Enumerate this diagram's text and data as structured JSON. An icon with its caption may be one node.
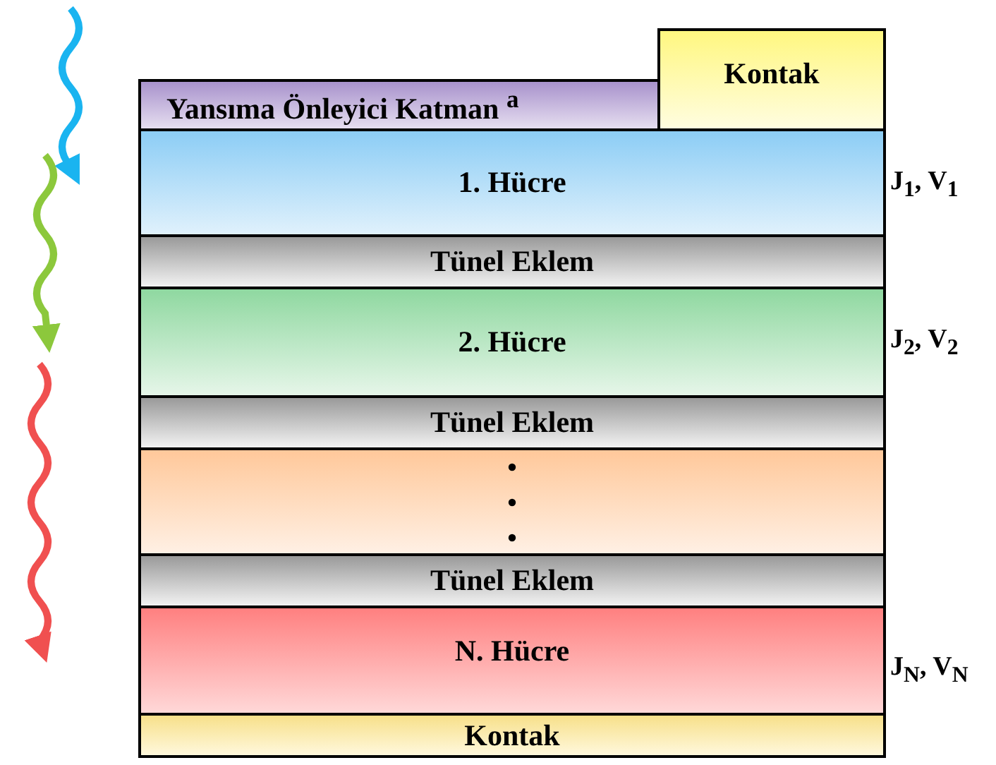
{
  "diagram": {
    "nodes": [
      {
        "text": [
          "Yansıma Önleyici Katman $^{a}$"
        ]
      },
      {
        "text": [
          "Kontak"
        ]
      },
      {
        "text": [
          "1. Hücre"
        ],
        "beside": [
          "J$_{1}$, V$_{1}$"
        ]
      },
      {
        "text": [
          "Tünel Eklem"
        ]
      },
      {
        "text": [
          "2. Hücre"
        ],
        "beside": [
          "J$_{2}$, V$_{2}$"
        ]
      },
      {
        "text": [
          "Tünel Eklem"
        ]
      },
      {
        "text": [],
        "shape": "box"
      },
      {
        "text": [
          "Tünel Eklem"
        ]
      },
      {
        "text": [
          "N. Hücre"
        ],
        "beside": [
          "J$_{N}$, V$_{N}$"
        ]
      },
      {
        "text": [
          "Kontak"
        ]
      }
    ]
  }
}
